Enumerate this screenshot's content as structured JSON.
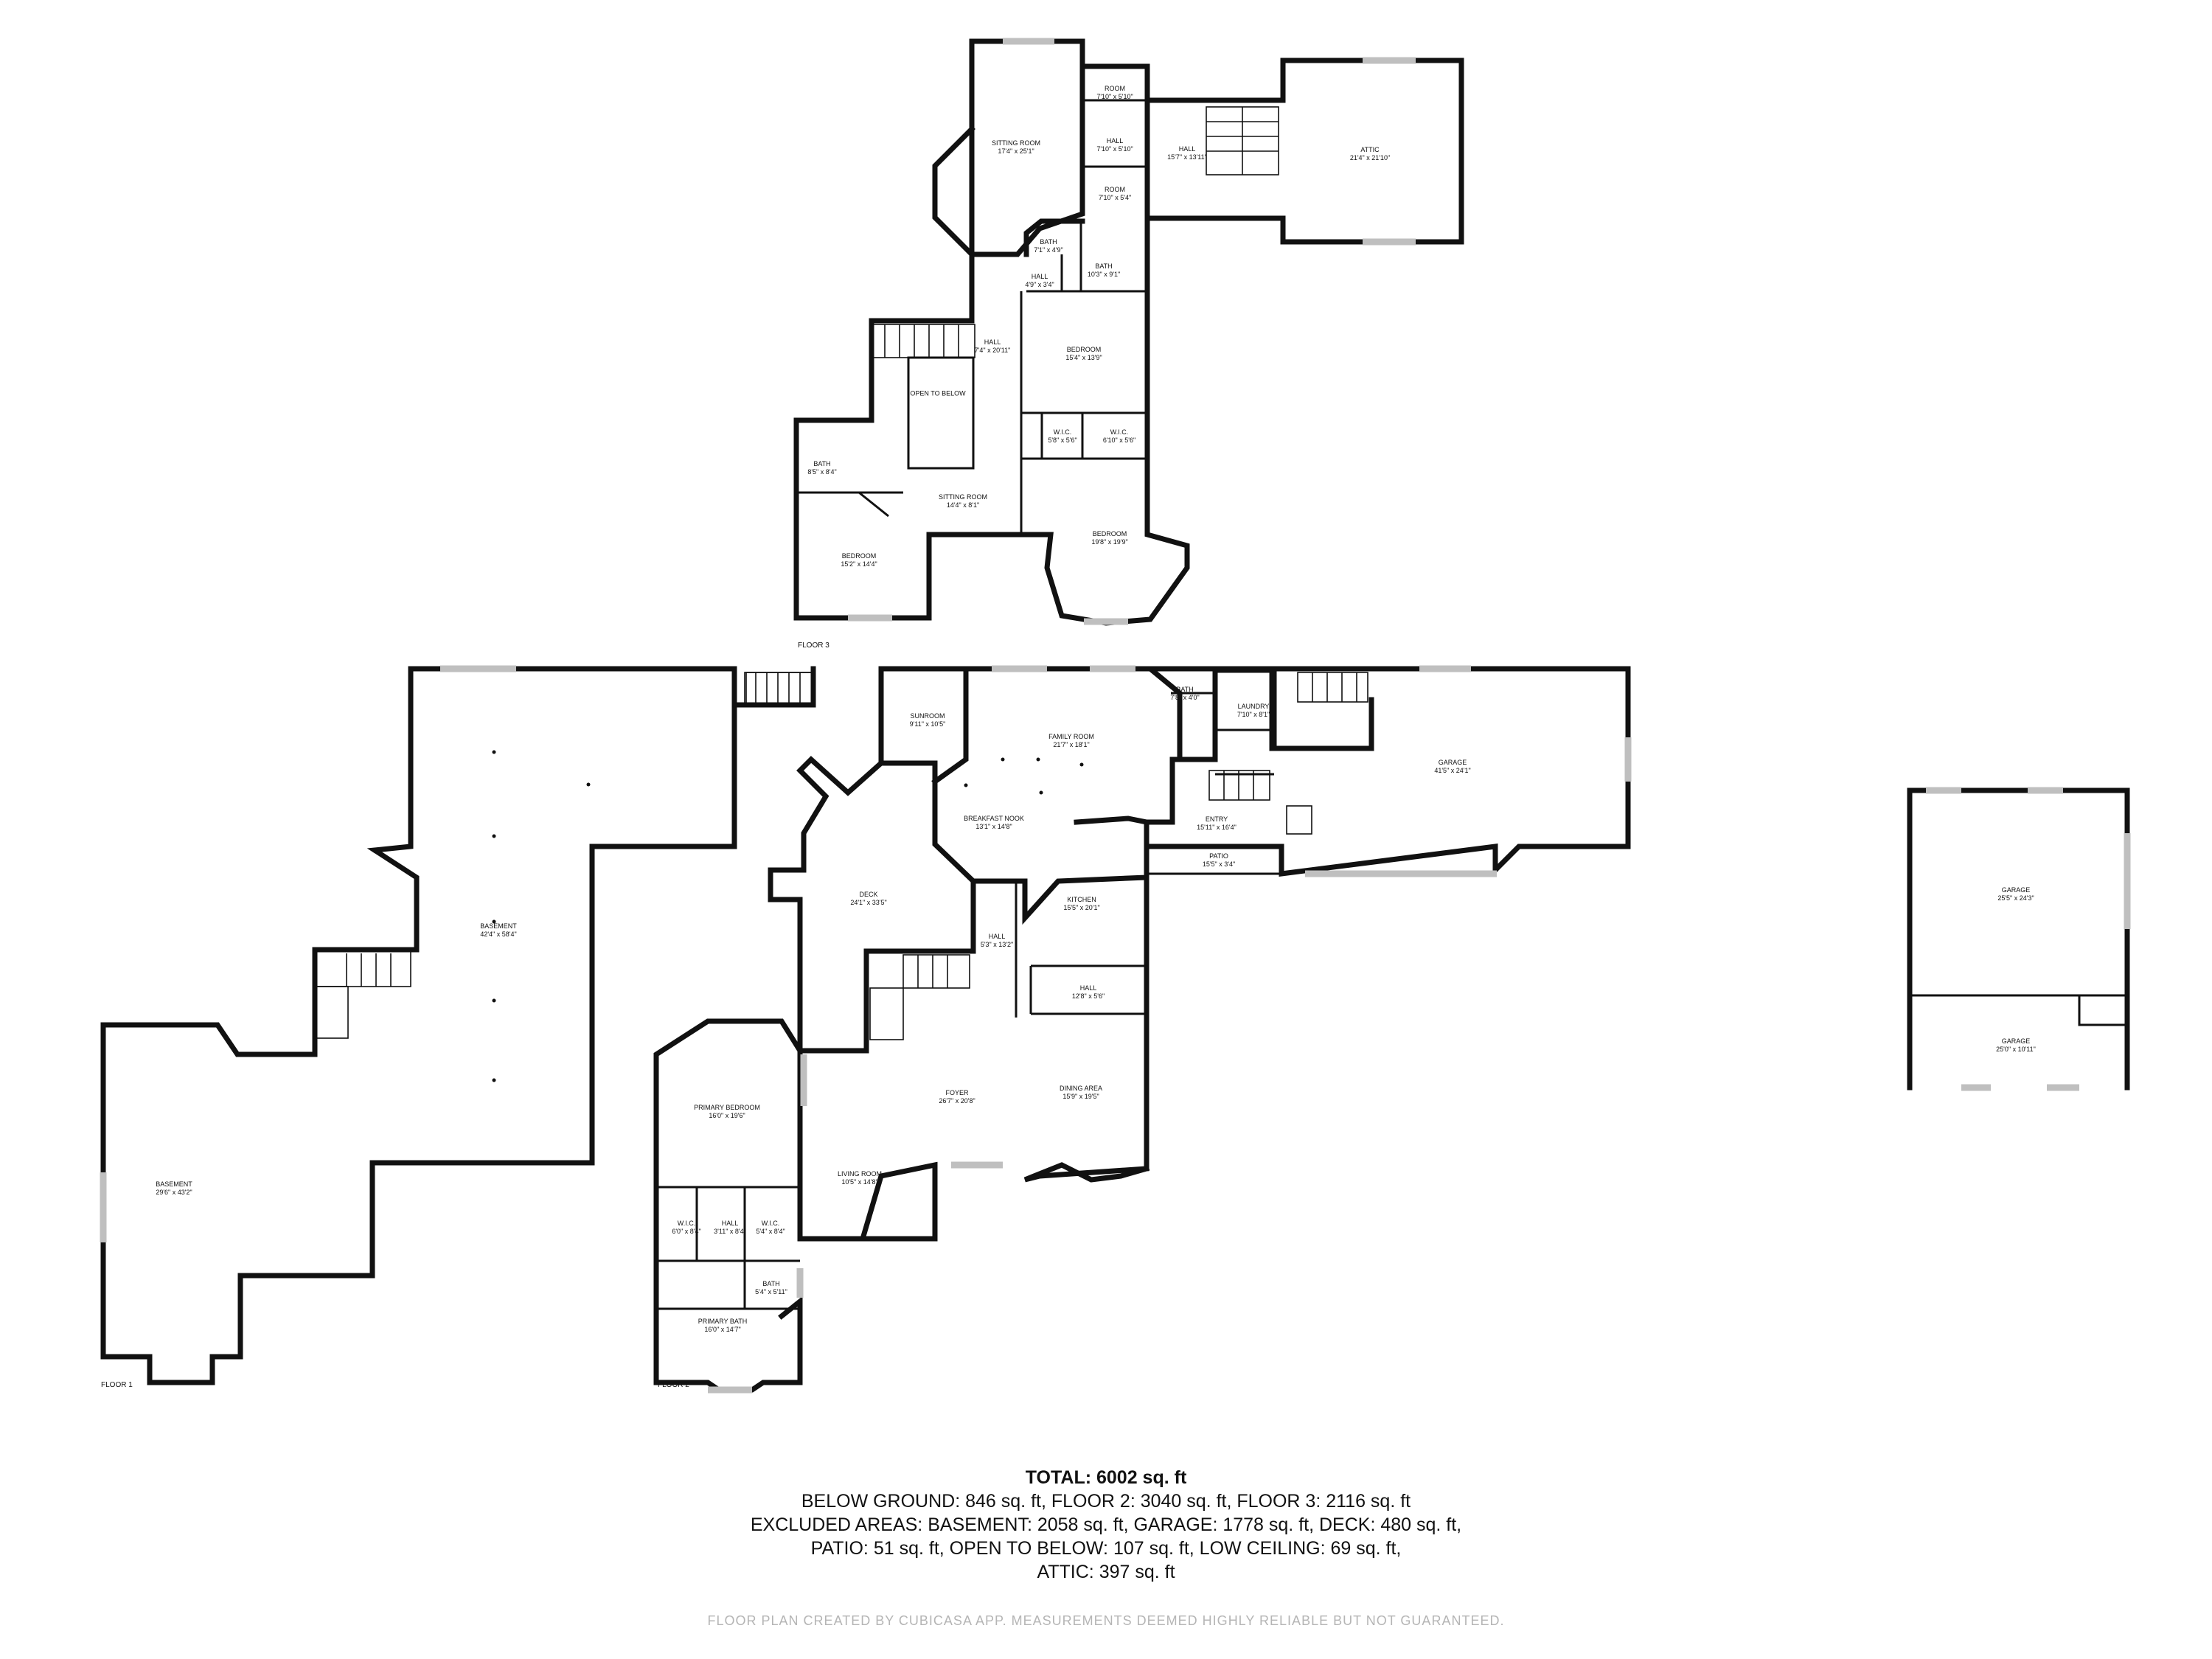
{
  "floors": {
    "floor1": "FLOOR 1",
    "floor2": "FLOOR 2",
    "floor3": "FLOOR 3"
  },
  "rooms": {
    "f3_room_top": {
      "name": "ROOM",
      "dims": "7'10\" x 5'10\""
    },
    "f3_hall_a": {
      "name": "HALL",
      "dims": "7'10\" x 5'10\""
    },
    "f3_room_b": {
      "name": "ROOM",
      "dims": "7'10\" x 5'4\""
    },
    "f3_hall_stairs": {
      "name": "HALL",
      "dims": "15'7\" x 13'11\""
    },
    "f3_attic": {
      "name": "ATTIC",
      "dims": "21'4\" x 21'10\""
    },
    "f3_sitting_top": {
      "name": "SITTING ROOM",
      "dims": "17'4\" x 25'1\""
    },
    "f3_bath_a": {
      "name": "BATH",
      "dims": "7'1\" x 4'9\""
    },
    "f3_bath_b": {
      "name": "BATH",
      "dims": "10'3\" x 9'1\""
    },
    "f3_hall_small": {
      "name": "HALL",
      "dims": "4'9\" x 3'4\""
    },
    "f3_hall_long": {
      "name": "HALL",
      "dims": "7'4\" x 20'11\""
    },
    "f3_bedroom_a": {
      "name": "BEDROOM",
      "dims": "15'4\" x 13'9\""
    },
    "f3_open": {
      "name": "OPEN TO BELOW",
      "dims": ""
    },
    "f3_wic_a": {
      "name": "W.I.C.",
      "dims": "5'8\" x 5'6\""
    },
    "f3_wic_b": {
      "name": "W.I.C.",
      "dims": "6'10\" x 5'6\""
    },
    "f3_bath_c": {
      "name": "BATH",
      "dims": "8'5\" x 8'4\""
    },
    "f3_sitting_bot": {
      "name": "SITTING ROOM",
      "dims": "14'4\" x 8'1\""
    },
    "f3_bedroom_b": {
      "name": "BEDROOM",
      "dims": "19'8\" x 19'9\""
    },
    "f3_bedroom_c": {
      "name": "BEDROOM",
      "dims": "15'2\" x 14'4\""
    },
    "f1_basement_big": {
      "name": "BASEMENT",
      "dims": "42'4\" x 58'4\""
    },
    "f1_basement_left": {
      "name": "BASEMENT",
      "dims": "29'6\" x 43'2\""
    },
    "f2_sunroom": {
      "name": "SUNROOM",
      "dims": "9'11\" x 10'5\""
    },
    "f2_family": {
      "name": "FAMILY ROOM",
      "dims": "21'7\" x 18'1\""
    },
    "f2_bath": {
      "name": "BATH",
      "dims": "7'8\" x 4'0\""
    },
    "f2_laundry": {
      "name": "LAUNDRY",
      "dims": "7'10\" x 8'1\""
    },
    "f2_garage": {
      "name": "GARAGE",
      "dims": "41'5\" x 24'1\""
    },
    "f2_nook": {
      "name": "BREAKFAST NOOK",
      "dims": "13'1\" x 14'8\""
    },
    "f2_entry": {
      "name": "ENTRY",
      "dims": "15'11\" x 16'4\""
    },
    "f2_patio": {
      "name": "PATIO",
      "dims": "15'5\" x 3'4\""
    },
    "f2_deck": {
      "name": "DECK",
      "dims": "24'1\" x 33'5\""
    },
    "f2_kitchen": {
      "name": "KITCHEN",
      "dims": "15'5\" x 20'1\""
    },
    "f2_hall_a": {
      "name": "HALL",
      "dims": "5'3\" x 13'2\""
    },
    "f2_hall_b": {
      "name": "HALL",
      "dims": "12'8\" x 5'6\""
    },
    "f2_primary_bed": {
      "name": "PRIMARY BEDROOM",
      "dims": "16'0\" x 19'6\""
    },
    "f2_foyer": {
      "name": "FOYER",
      "dims": "26'7\" x 20'8\""
    },
    "f2_dining": {
      "name": "DINING AREA",
      "dims": "15'9\" x 19'5\""
    },
    "f2_living": {
      "name": "LIVING ROOM",
      "dims": "10'5\" x 14'8\""
    },
    "f2_wic_a": {
      "name": "W.I.C.",
      "dims": "6'0\" x 8'4\""
    },
    "f2_hall_c": {
      "name": "HALL",
      "dims": "3'11\" x 8'4\""
    },
    "f2_wic_b": {
      "name": "W.I.C.",
      "dims": "5'4\" x 8'4\""
    },
    "f2_bath_b": {
      "name": "BATH",
      "dims": "5'4\" x 5'11\""
    },
    "f2_primary_bath": {
      "name": "PRIMARY BATH",
      "dims": "16'0\" x 14'7\""
    },
    "g_garage_a": {
      "name": "GARAGE",
      "dims": "25'5\" x 24'3\""
    },
    "g_garage_b": {
      "name": "GARAGE",
      "dims": "25'0\" x 10'11\""
    }
  },
  "summary": {
    "total": "TOTAL: 6002 sq. ft",
    "line1": "BELOW GROUND: 846 sq. ft, FLOOR 2: 3040 sq. ft, FLOOR 3: 2116 sq. ft",
    "line2": "EXCLUDED AREAS: BASEMENT: 2058 sq. ft, GARAGE: 1778 sq. ft, DECK: 480 sq. ft,",
    "line3": "PATIO: 51 sq. ft, OPEN TO BELOW: 107 sq. ft, LOW CEILING: 69 sq. ft,",
    "line4": "ATTIC: 397 sq. ft"
  },
  "footer": "FLOOR PLAN CREATED BY CUBICASA APP. MEASUREMENTS DEEMED HIGHLY RELIABLE BUT NOT GUARANTEED."
}
